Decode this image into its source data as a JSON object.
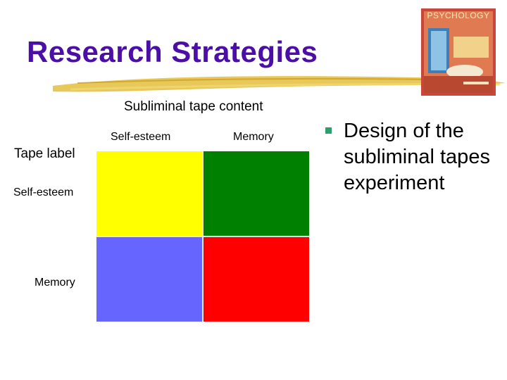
{
  "slide": {
    "title": "Research Strategies",
    "book_cover_title": "PSYCHOLOGY",
    "colors": {
      "title": "#4b0fa8",
      "brush": "#e3be3c",
      "bullet": "#2e9e6a"
    }
  },
  "matrix": {
    "subtitle": "Subliminal tape content",
    "column_headers": [
      "Self-esteem",
      "Memory"
    ],
    "row_axis_label": "Tape label",
    "row_headers": [
      "Self-esteem",
      "Memory"
    ],
    "cells": [
      {
        "color": "#ffff00"
      },
      {
        "color": "#008000"
      },
      {
        "color": "#6666ff"
      },
      {
        "color": "#ff0000"
      }
    ]
  },
  "bullets": [
    {
      "text": "Design of the subliminal tapes experiment"
    }
  ]
}
